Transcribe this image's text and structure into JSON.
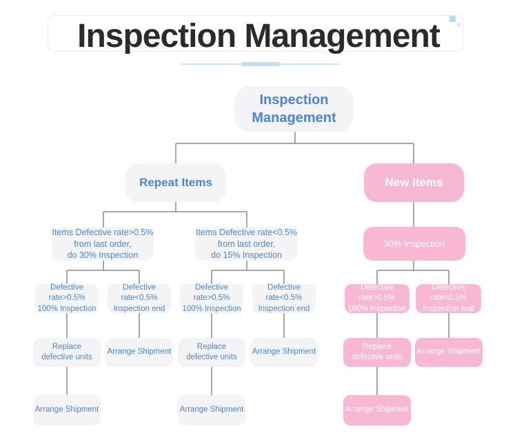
{
  "header": {
    "title": "Inspection Management"
  },
  "colors": {
    "accent_blue_text": "#4a85db",
    "node_gray": "#f4f4f6",
    "node_pink": "#f8b7d2",
    "pink_text": "#ffffff",
    "connector_line": "#8a8a8a",
    "title_text": "#2b2b2b",
    "underline_blue": "#cde4f1",
    "decor_square_blue": "#b5dcf0"
  },
  "tree": {
    "label": "Inspection\nManagement",
    "children": [
      {
        "label": "Repeat Items",
        "children": [
          {
            "label": "Items Defective rate>0.5%\nfrom last order,\ndo 30% Inspection",
            "children": [
              {
                "label": "Defective rate>0.5%\n100% Inspection",
                "children": [
                  {
                    "label": "Replace\ndefective units",
                    "children": [
                      {
                        "label": "Arrange Shipment",
                        "children": []
                      }
                    ]
                  }
                ]
              },
              {
                "label": "Defective rate<0.5%\nInspection end",
                "children": [
                  {
                    "label": "Arrange Shipment",
                    "children": []
                  }
                ]
              }
            ]
          },
          {
            "label": "Items Defective rate<0.5%\nfrom last order,\ndo 15% Inspection",
            "children": [
              {
                "label": "Defective rate>0.5%\n100% Inspection",
                "children": [
                  {
                    "label": "Replace\ndefective units",
                    "children": [
                      {
                        "label": "Arrange Shipment",
                        "children": []
                      }
                    ]
                  }
                ]
              },
              {
                "label": "Defective rate<0.5%\nInspection end",
                "children": [
                  {
                    "label": "Arrange Shipment",
                    "children": []
                  }
                ]
              }
            ]
          }
        ]
      },
      {
        "label": "New Items",
        "children": [
          {
            "label": "30% Inspection",
            "children": [
              {
                "label": "Defective rate>0.5%\n100% Inspection",
                "children": [
                  {
                    "label": "Replace\ndefective units",
                    "children": [
                      {
                        "label": "Arrange Shipment",
                        "children": []
                      }
                    ]
                  }
                ]
              },
              {
                "label": "Defective rate<0.5%\nInspection end",
                "children": [
                  {
                    "label": "Arrange Shipment",
                    "children": []
                  }
                ]
              }
            ]
          }
        ]
      }
    ]
  }
}
